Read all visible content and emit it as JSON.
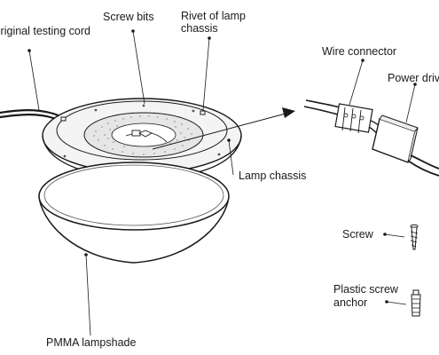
{
  "labels": {
    "testing_cord": "Original testing cord",
    "screw_bits": "Screw bits",
    "rivet_line1": "Rivet of lamp",
    "rivet_line2": "chassis",
    "wire_connector": "Wire connector",
    "power_driver": "Power driver",
    "lamp_chassis": "Lamp chassis",
    "screw": "Screw",
    "anchor_line1": "Plastic screw",
    "anchor_line2": "anchor",
    "lampshade": "PMMA lampshade"
  },
  "colors": {
    "line": "#1a1a1a",
    "led_panel": "#e6e6e6",
    "chassis_fill": "#f4f4f4",
    "shade_fill": "#ffffff"
  }
}
